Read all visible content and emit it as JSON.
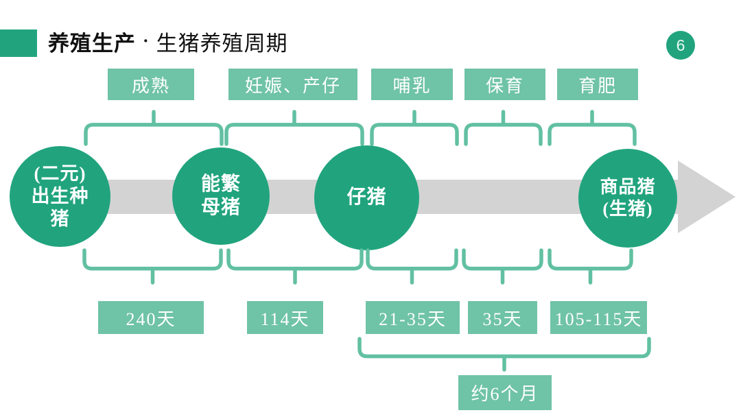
{
  "slide": {
    "title": {
      "bold": "养殖生产",
      "separator": "·",
      "rest": "生猪养殖周期"
    },
    "page_number": "6"
  },
  "stages": [
    {
      "label": "成熟",
      "days": "240天"
    },
    {
      "label": "妊娠、产仔",
      "days": "114天"
    },
    {
      "label": "哺乳",
      "days": "21-35天"
    },
    {
      "label": "保育",
      "days": "35天"
    },
    {
      "label": "育肥",
      "days": "105-115天"
    }
  ],
  "nodes": [
    {
      "name": "(二元)出生种猪",
      "lines": [
        "(二元)",
        "出生种",
        "猪"
      ]
    },
    {
      "name": "能繁母猪",
      "lines": [
        "能繁",
        "母猪"
      ]
    },
    {
      "name": "仔猪",
      "lines": [
        "仔猪"
      ]
    },
    {
      "name": "商品猪(生猪)",
      "lines": [
        "商品猪",
        "(生猪)"
      ]
    }
  ],
  "summary": {
    "label": "约6个月"
  },
  "colors": {
    "accent": "#21a47e",
    "accent_light": "#6fc3a6",
    "brace": "#62c0a2",
    "arrow_gray": "#d3d3d3",
    "text_on_green": "#ffffff",
    "title_text": "#111111"
  }
}
